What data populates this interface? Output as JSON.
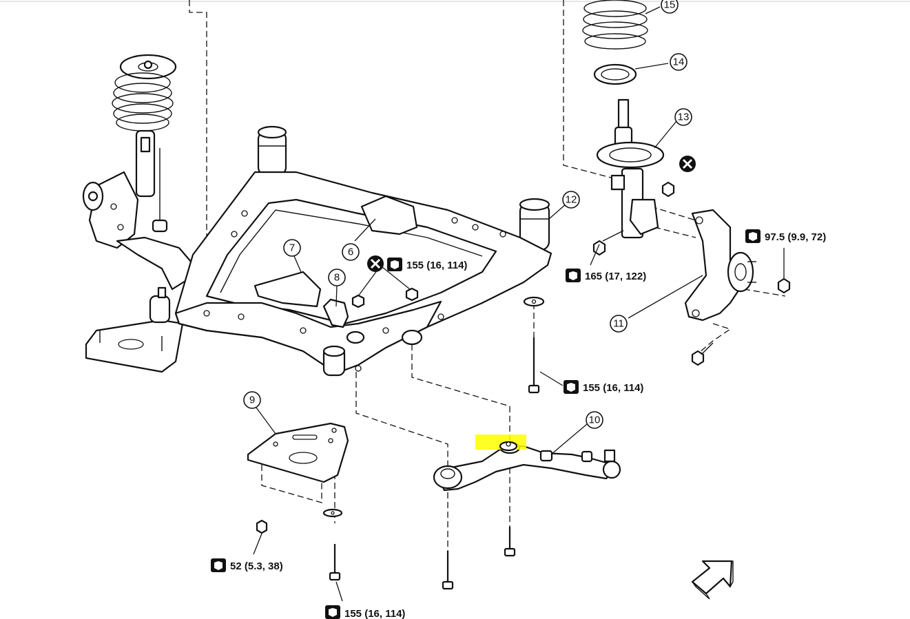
{
  "colors": {
    "line": "#111111",
    "background": "#ffffff",
    "highlight": "#ffff00"
  },
  "callouts": [
    {
      "id": "c15",
      "label": "15"
    },
    {
      "id": "c14",
      "label": "14"
    },
    {
      "id": "c13",
      "label": "13"
    },
    {
      "id": "c12",
      "label": "12"
    },
    {
      "id": "c11",
      "label": "11"
    },
    {
      "id": "c10",
      "label": "10"
    },
    {
      "id": "c9",
      "label": "9"
    },
    {
      "id": "c8",
      "label": "8"
    },
    {
      "id": "c7",
      "label": "7"
    },
    {
      "id": "c6",
      "label": "6"
    }
  ],
  "torques": [
    {
      "id": "t1",
      "text": "155 (16, 114)"
    },
    {
      "id": "t2",
      "text": "165 (17, 122)"
    },
    {
      "id": "t3",
      "text": "97.5 (9.9, 72)"
    },
    {
      "id": "t4",
      "text": "155 (16, 114)"
    },
    {
      "id": "t5",
      "text": "52 (5.3, 38)"
    },
    {
      "id": "t6",
      "text": "155 (16, 114)"
    }
  ],
  "icons": {
    "torque": "torque-wrench-icon",
    "do_not_reuse": "do-not-reuse-icon",
    "front": "front-direction-arrow-icon"
  }
}
